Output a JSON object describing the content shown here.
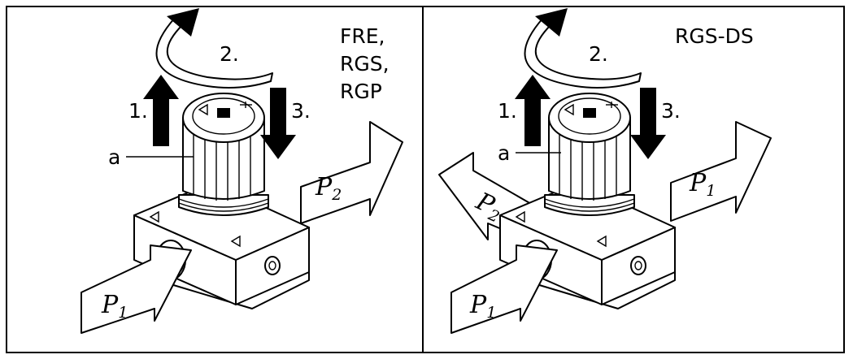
{
  "left_panel": {
    "models": [
      "FRE,",
      "RGS,",
      "RGP"
    ],
    "steps": [
      "1.",
      "2.",
      "3."
    ],
    "knob_label": "a",
    "inlet_port": {
      "letter": "P",
      "index": "1"
    },
    "outlet_port": {
      "letter": "P",
      "index": "2"
    }
  },
  "right_panel": {
    "models": [
      "RGS-DS"
    ],
    "steps": [
      "1.",
      "2.",
      "3."
    ],
    "knob_label": "a",
    "inlet_port": {
      "letter": "P",
      "index": "1"
    },
    "back_port": {
      "letter": "P",
      "index": "2"
    },
    "outlet_port": {
      "letter": "P",
      "index": "1"
    }
  }
}
